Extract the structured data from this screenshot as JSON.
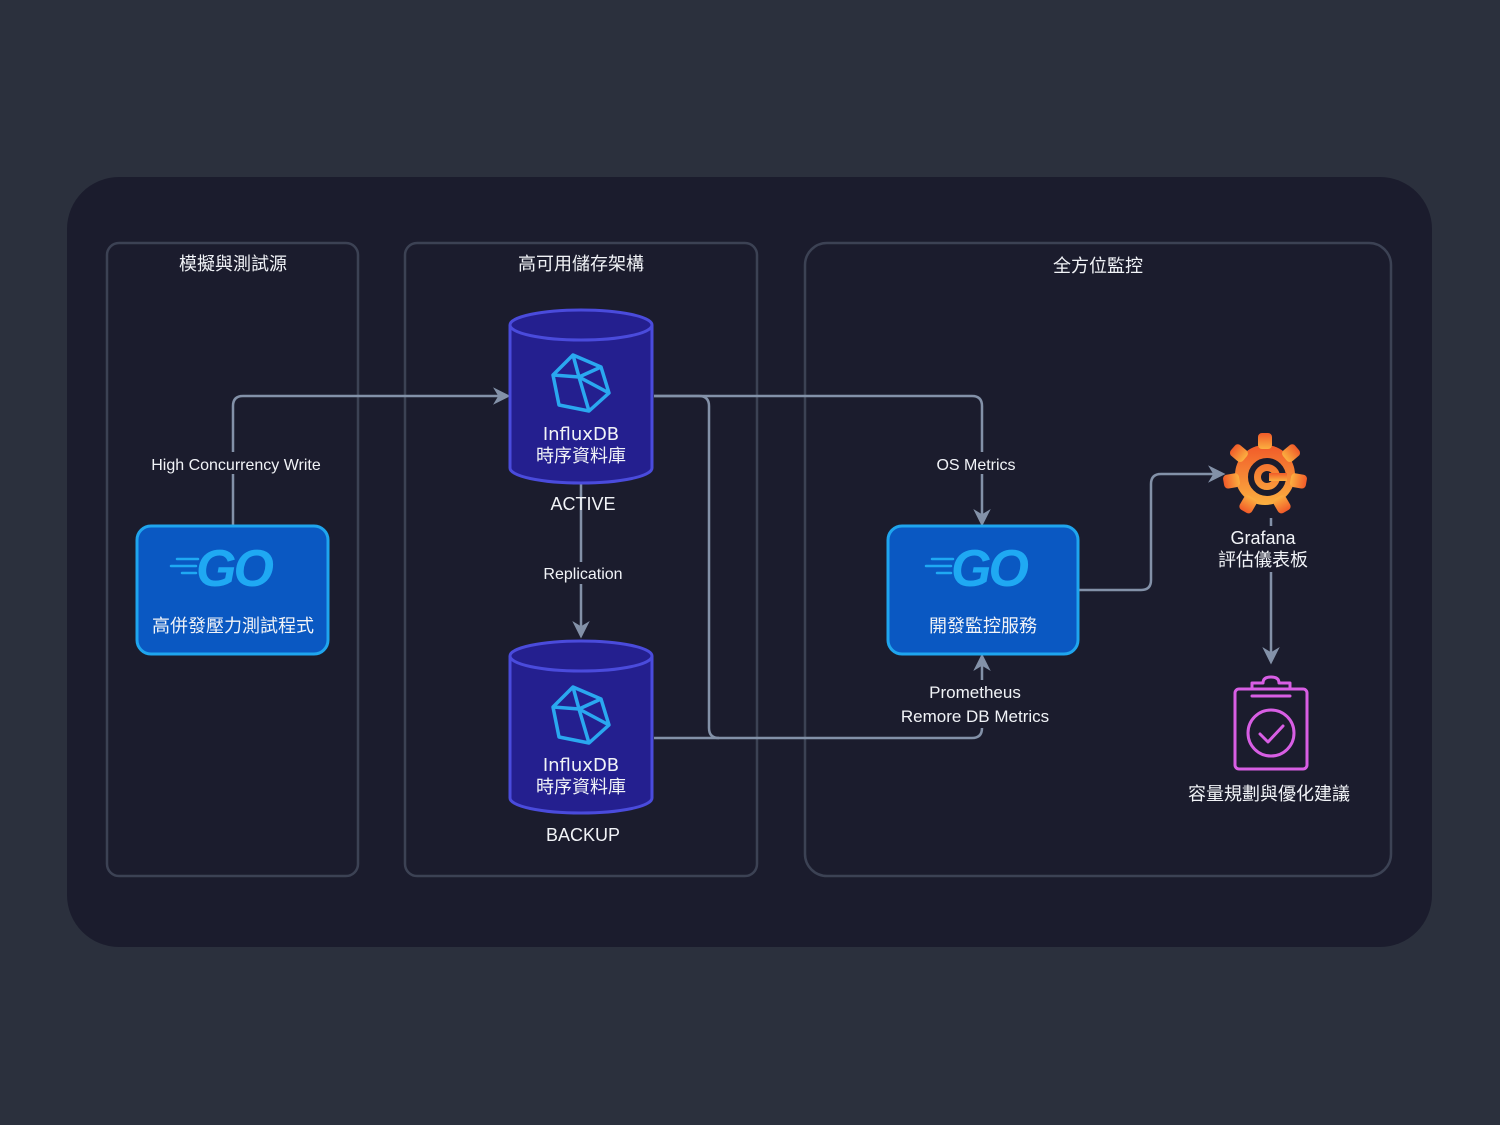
{
  "groups": {
    "simulation": {
      "title": "模擬與測試源"
    },
    "storage": {
      "title": "高可用儲存架構"
    },
    "monitoring": {
      "title": "全方位監控"
    }
  },
  "nodes": {
    "load_tester": {
      "logo_text": "GO",
      "label": "高併發壓力測試程式"
    },
    "db_active": {
      "label_line1": "InfluxDB",
      "label_line2": "時序資料庫",
      "status": "ACTIVE"
    },
    "db_backup": {
      "label_line1": "InfluxDB",
      "label_line2": "時序資料庫",
      "status": "BACKUP"
    },
    "monitor_service": {
      "logo_text": "GO",
      "label": "開發監控服務"
    },
    "grafana": {
      "label_line1": "Grafana",
      "label_line2": "評估儀表板"
    },
    "capacity": {
      "label": "容量規劃與優化建議"
    }
  },
  "edges": {
    "write": {
      "label": "High Concurrency Write"
    },
    "replication": {
      "label": "Replication"
    },
    "os_metrics": {
      "label": "OS Metrics"
    },
    "prometheus": {
      "label_line1": "Prometheus",
      "label_line2": "Remore DB Metrics"
    }
  },
  "colors": {
    "page_bg": "#2b303d",
    "panel_bg": "#1b1c2d",
    "go_box": "#0a58c2",
    "go_accent": "#1fa9f3",
    "db_fill": "#241f8f",
    "db_stroke": "#4a4bdc",
    "edge": "#8391a8",
    "grafana_orange": "#f26b22",
    "clipboard_magenta": "#d85ee4"
  },
  "icons": {
    "influx": "influxdb-icon",
    "grafana": "grafana-icon",
    "capacity": "clipboard-check-icon"
  }
}
